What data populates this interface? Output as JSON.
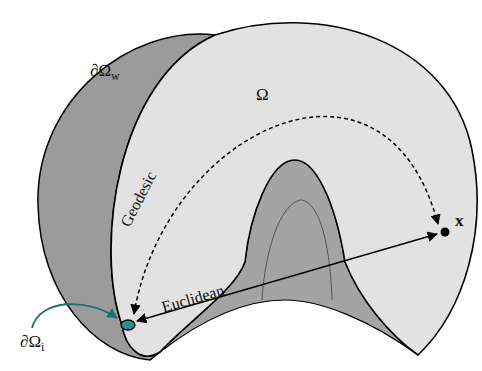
{
  "diagram": {
    "labels": [
      "∂Ωw",
      "Ω",
      "Geodesic",
      "Euclidean",
      "x",
      "∂Ωi"
    ]
  }
}
